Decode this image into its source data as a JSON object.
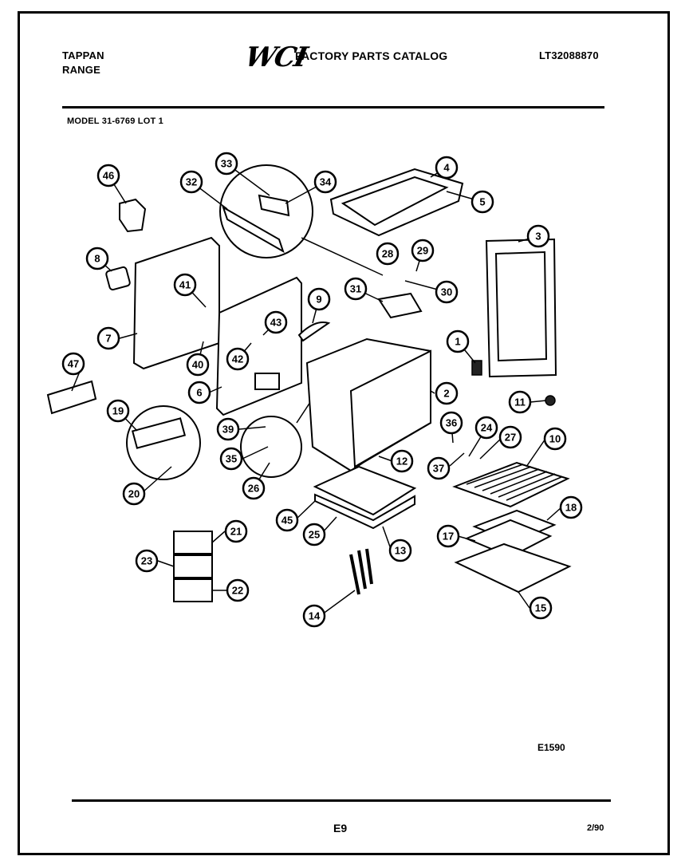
{
  "header": {
    "brand_line1": "TAPPAN",
    "brand_line2": "RANGE",
    "logo": "WCI",
    "catalog_title": "FACTORY PARTS CATALOG",
    "catalog_number": "LT32088870",
    "model": "MODEL 31-6769 LOT 1"
  },
  "footer": {
    "drawing_code": "E1590",
    "page": "E9",
    "date": "2/90"
  },
  "callouts": [
    "46",
    "33",
    "34",
    "32",
    "4",
    "5",
    "8",
    "3",
    "28",
    "29",
    "30",
    "31",
    "41",
    "9",
    "7",
    "43",
    "42",
    "40",
    "1",
    "47",
    "6",
    "2",
    "11",
    "19",
    "39",
    "36",
    "24",
    "27",
    "10",
    "35",
    "37",
    "12",
    "26",
    "20",
    "18",
    "45",
    "25",
    "17",
    "21",
    "13",
    "23",
    "22",
    "15",
    "14"
  ],
  "colors": {
    "ink": "#000000",
    "paper": "#ffffff"
  }
}
